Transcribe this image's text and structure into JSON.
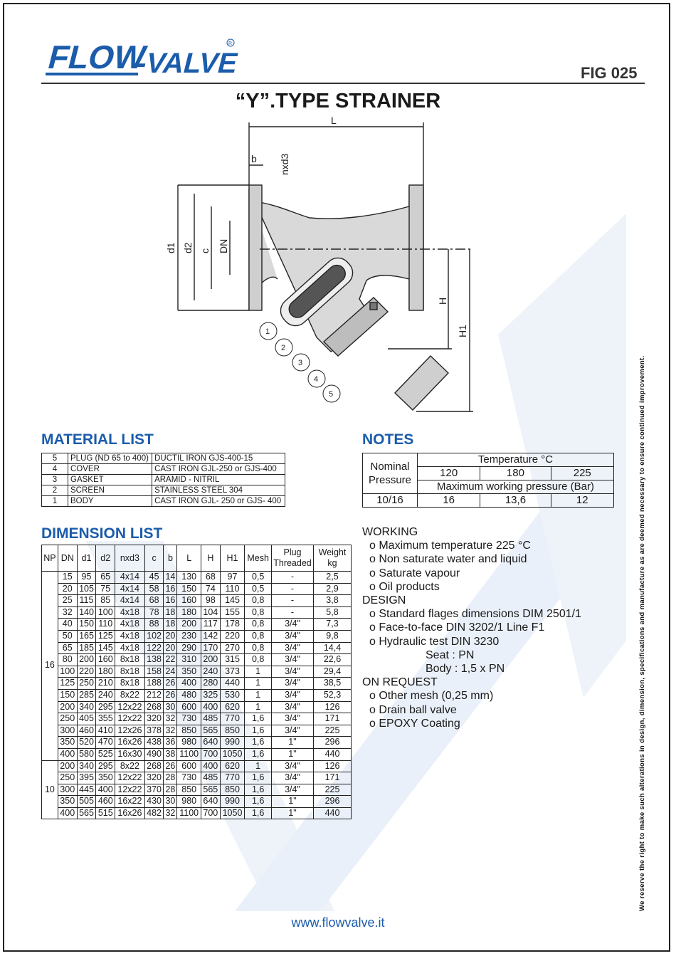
{
  "header": {
    "brand": "FLOW-VALVE",
    "fig": "FIG 025",
    "title": "“Y”.TYPE STRAINER"
  },
  "drawing": {
    "dims": {
      "L": "L",
      "b": "b",
      "nxd3": "nxd3",
      "d1": "d1",
      "d2": "d2",
      "c": "c",
      "DN": "DN",
      "H": "H",
      "H1": "H1"
    },
    "balloons": [
      "1",
      "2",
      "3",
      "4",
      "5"
    ]
  },
  "material": {
    "heading": "MATERIAL LIST",
    "rows": [
      {
        "n": "5",
        "part": "PLUG (ND 65  to 400)",
        "mat": "DUCTIL IRON GJS-400-15"
      },
      {
        "n": "4",
        "part": "COVER",
        "mat": "CAST  IRON GJL-250 or GJS-400"
      },
      {
        "n": "3",
        "part": "GASKET",
        "mat": "ARAMID - NITRIL"
      },
      {
        "n": "2",
        "part": "SCREEN",
        "mat": "STAINLESS STEEL 304"
      },
      {
        "n": "1",
        "part": "BODY",
        "mat": "CAST IRON GJL- 250 or  GJS- 400"
      }
    ]
  },
  "notes": {
    "heading": "NOTES",
    "nominal": "Nominal Pressure",
    "temperature": "Temperature   °C",
    "temps": [
      "120",
      "180",
      "225"
    ],
    "maxwork": "Maximum working   pressure      (Bar)",
    "row": {
      "pn": "10/16",
      "v": [
        "16",
        "13,6",
        "12"
      ]
    }
  },
  "dimension": {
    "heading": "DIMENSION LIST",
    "headers": [
      "NP",
      "DN",
      "d1",
      "d2",
      "nxd3",
      "c",
      "b",
      "L",
      "H",
      "H1",
      "Mesh",
      "Plug Threaded",
      "Weight kg"
    ],
    "groups": [
      {
        "np": "16",
        "rows": [
          [
            "15",
            "95",
            "65",
            "4x14",
            "45",
            "14",
            "130",
            "68",
            "97",
            "0,5",
            "-",
            "2,5"
          ],
          [
            "20",
            "105",
            "75",
            "4x14",
            "58",
            "16",
            "150",
            "74",
            "110",
            "0,5",
            "-",
            "2,9"
          ],
          [
            "25",
            "115",
            "85",
            "4x14",
            "68",
            "16",
            "160",
            "98",
            "145",
            "0,8",
            "-",
            "3,8"
          ],
          [
            "32",
            "140",
            "100",
            "4x18",
            "78",
            "18",
            "180",
            "104",
            "155",
            "0,8",
            "-",
            "5,8"
          ],
          [
            "40",
            "150",
            "110",
            "4x18",
            "88",
            "18",
            "200",
            "117",
            "178",
            "0,8",
            "3/4\"",
            "7,3"
          ],
          [
            "50",
            "165",
            "125",
            "4x18",
            "102",
            "20",
            "230",
            "142",
            "220",
            "0,8",
            "3/4\"",
            "9,8"
          ],
          [
            "65",
            "185",
            "145",
            "4x18",
            "122",
            "20",
            "290",
            "170",
            "270",
            "0,8",
            "3/4\"",
            "14,4"
          ],
          [
            "80",
            "200",
            "160",
            "8x18",
            "138",
            "22",
            "310",
            "200",
            "315",
            "0,8",
            "3/4\"",
            "22,6"
          ],
          [
            "100",
            "220",
            "180",
            "8x18",
            "158",
            "24",
            "350",
            "240",
            "373",
            "1",
            "3/4\"",
            "29,4"
          ],
          [
            "125",
            "250",
            "210",
            "8x18",
            "188",
            "26",
            "400",
            "280",
            "440",
            "1",
            "3/4\"",
            "38,5"
          ],
          [
            "150",
            "285",
            "240",
            "8x22",
            "212",
            "26",
            "480",
            "325",
            "530",
            "1",
            "3/4\"",
            "52,3"
          ],
          [
            "200",
            "340",
            "295",
            "12x22",
            "268",
            "30",
            "600",
            "400",
            "620",
            "1",
            "3/4\"",
            "126"
          ],
          [
            "250",
            "405",
            "355",
            "12x22",
            "320",
            "32",
            "730",
            "485",
            "770",
            "1,6",
            "3/4\"",
            "171"
          ],
          [
            "300",
            "460",
            "410",
            "12x26",
            "378",
            "32",
            "850",
            "565",
            "850",
            "1,6",
            "3/4\"",
            "225"
          ],
          [
            "350",
            "520",
            "470",
            "16x26",
            "438",
            "36",
            "980",
            "640",
            "990",
            "1,6",
            "1\"",
            "296"
          ],
          [
            "400",
            "580",
            "525",
            "16x30",
            "490",
            "38",
            "1100",
            "700",
            "1050",
            "1,6",
            "1\"",
            "440"
          ]
        ]
      },
      {
        "np": "10",
        "rows": [
          [
            "200",
            "340",
            "295",
            "8x22",
            "268",
            "26",
            "600",
            "400",
            "620",
            "1",
            "3/4\"",
            "126"
          ],
          [
            "250",
            "395",
            "350",
            "12x22",
            "320",
            "28",
            "730",
            "485",
            "770",
            "1,6",
            "3/4\"",
            "171"
          ],
          [
            "300",
            "445",
            "400",
            "12x22",
            "370",
            "28",
            "850",
            "565",
            "850",
            "1,6",
            "3/4\"",
            "225"
          ],
          [
            "350",
            "505",
            "460",
            "16x22",
            "430",
            "30",
            "980",
            "640",
            "990",
            "1,6",
            "1\"",
            "296"
          ],
          [
            "400",
            "565",
            "515",
            "16x26",
            "482",
            "32",
            "1100",
            "700",
            "1050",
            "1,6",
            "1\"",
            "440"
          ]
        ]
      }
    ]
  },
  "text": {
    "lines": [
      {
        "cls": "sec",
        "t": "WORKING"
      },
      {
        "cls": "item",
        "t": "o Maximum temperature 225 °C"
      },
      {
        "cls": "item",
        "t": "o Non saturate water and liquid"
      },
      {
        "cls": "item",
        "t": "o Saturate vapour"
      },
      {
        "cls": "item",
        "t": "o Oil products"
      },
      {
        "cls": "sec",
        "t": "DESIGN"
      },
      {
        "cls": "item",
        "t": "o Standard flages dimensions DIM 2501/1"
      },
      {
        "cls": "item",
        "t": "o Face-to-face DIN 3202/1 Line F1"
      },
      {
        "cls": "item",
        "t": "o Hydraulic test DIN 3230"
      },
      {
        "cls": "sub",
        "t": "Seat  : PN"
      },
      {
        "cls": "sub",
        "t": "Body : 1,5 x PN"
      },
      {
        "cls": "sec",
        "t": "ON REQUEST"
      },
      {
        "cls": "item",
        "t": "o Other mesh (0,25 mm)"
      },
      {
        "cls": "item",
        "t": "o Drain ball valve"
      },
      {
        "cls": "item",
        "t": "o EPOXY Coating"
      }
    ]
  },
  "side_note": "We  reserve  the  right   to make such alterations in design, dimension, specifications and manufacture as are deemed necessary to ensure continued improvement.",
  "footer": {
    "url": "www.flowvalve.it"
  },
  "colors": {
    "accent": "#1b5cab",
    "watermark": "#e6eef8"
  }
}
